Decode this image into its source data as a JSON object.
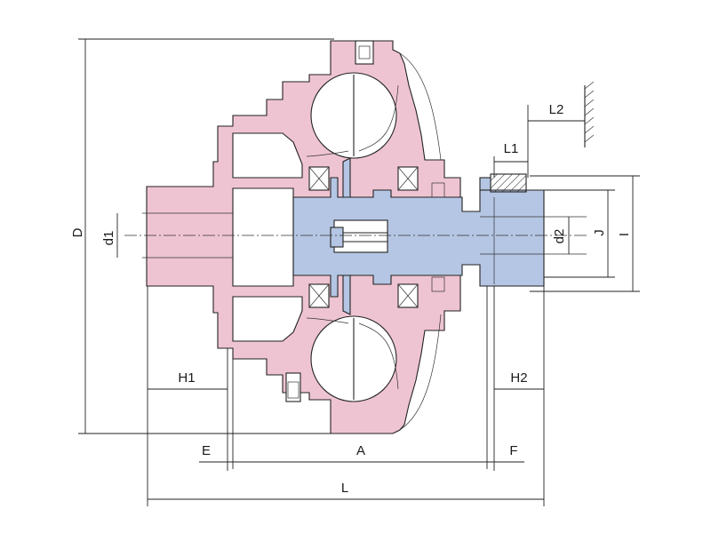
{
  "colors": {
    "housing_pink": "#efc4d2",
    "shaft_blue": "#b4c6e3",
    "cavity_white": "#ffffff",
    "line": "#222222"
  },
  "labels": {
    "D": "D",
    "d1": "d1",
    "d2": "d2",
    "J": "J",
    "I": "I",
    "L1": "L1",
    "L2": "L2",
    "H1": "H1",
    "H2": "H2",
    "E": "E",
    "A": "A",
    "F": "F",
    "L": "L"
  }
}
